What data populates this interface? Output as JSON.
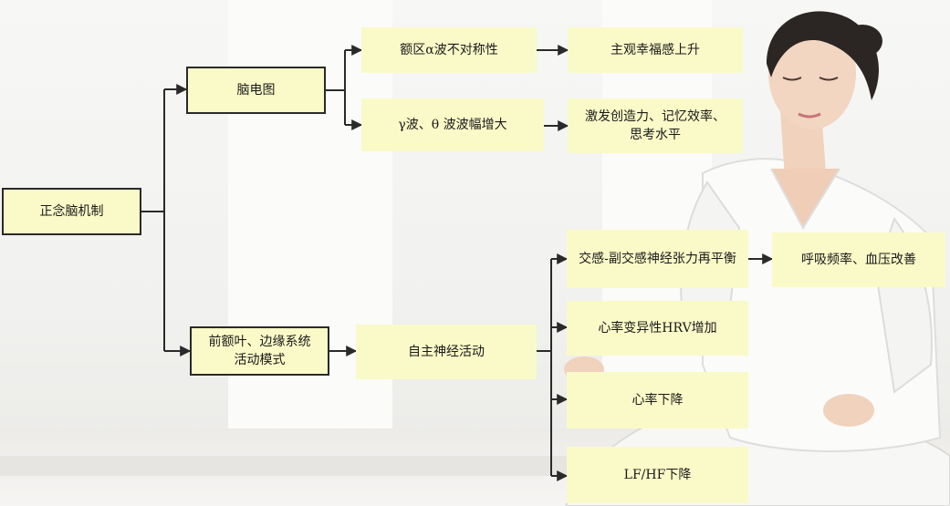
{
  "nodes": {
    "root": "正念脑机制",
    "eeg": "脑电图",
    "frontal": "前额叶、边缘系统活动模式",
    "alpha": "额区α波不对称性",
    "gamma": "γ波、θ 波波幅增大",
    "happiness": "主观幸福感上升",
    "creativity": "激发创造力、记忆效率、思考水平",
    "autonomic": "自主神经活动",
    "balance": "交感-副交感神经张力再平衡",
    "breathing": "呼吸频率、血压改善",
    "hrv": "心率变异性HRV增加",
    "hr_down": "心率下降",
    "lfhf_down": "LF/HF下降"
  },
  "colors": {
    "node_fill": "#fafac8",
    "line": "#2a2a2a"
  }
}
